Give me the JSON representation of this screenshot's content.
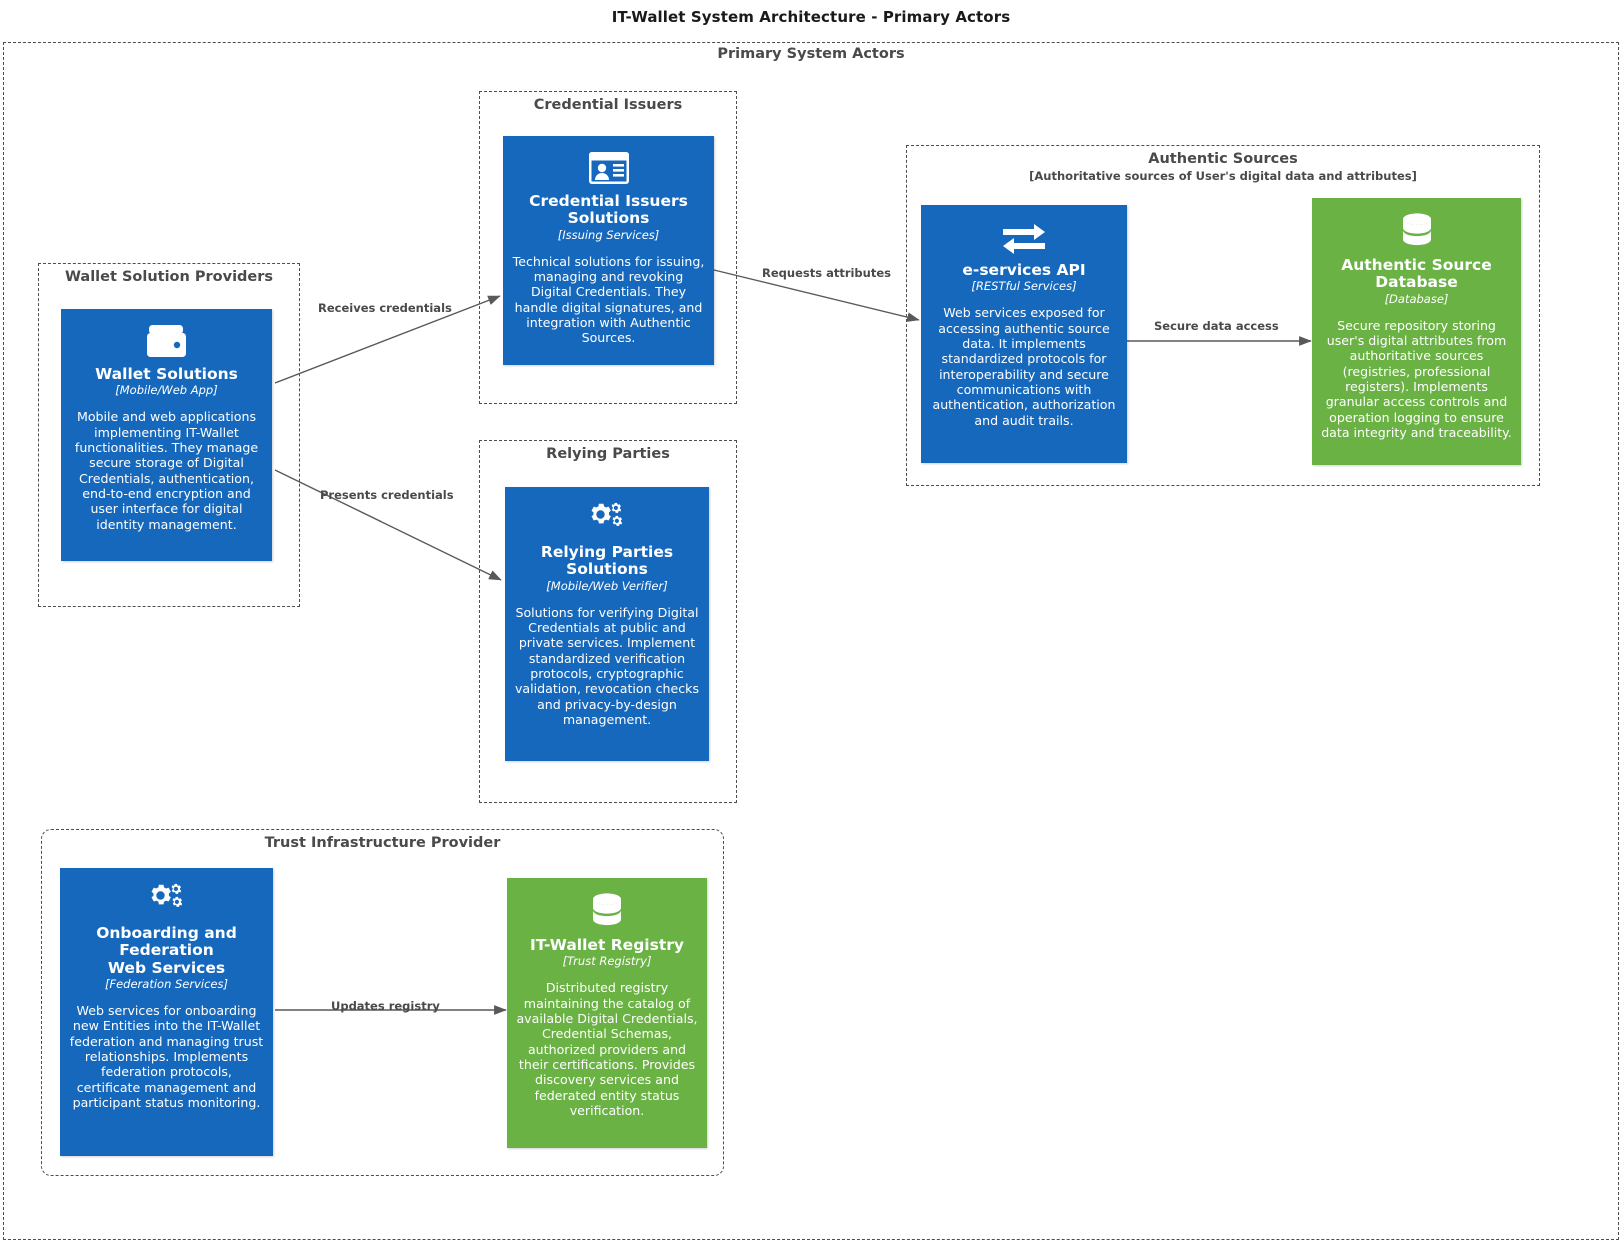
{
  "diagram": {
    "title": "IT-Wallet System Architecture - Primary Actors",
    "type": "architecture-diagram",
    "colors": {
      "blue": "#1668bd",
      "green": "#6ab244",
      "group_border": "#4d4d4d",
      "group_text": "#4a4a4a",
      "edge": "#595959"
    }
  },
  "outer_group": {
    "title": "Primary System Actors"
  },
  "groups": {
    "wallet_providers": {
      "title": "Wallet Solution Providers"
    },
    "credential_issuers": {
      "title": "Credential Issuers"
    },
    "relying_parties": {
      "title": "Relying Parties"
    },
    "authentic_sources": {
      "title": "Authentic Sources",
      "subtitle": "[Authoritative sources of User's digital data and attributes]"
    },
    "trust_infrastructure": {
      "title": "Trust Infrastructure Provider"
    }
  },
  "nodes": {
    "wallet_solutions": {
      "icon": "wallet-icon",
      "title": "Wallet Solutions",
      "stereotype": "[Mobile/Web App]",
      "description": "Mobile and web applications implementing IT-Wallet functionalities. They manage secure storage of Digital Credentials, authentication, end-to-end encryption and user interface for digital identity management.",
      "color": "#1668bd"
    },
    "credential_issuers_solutions": {
      "icon": "id-card-icon",
      "title": "Credential Issuers Solutions",
      "stereotype": "[Issuing Services]",
      "description": "Technical solutions for issuing, managing and revoking Digital Credentials. They handle digital signatures, and integration with Authentic Sources.",
      "color": "#1668bd"
    },
    "relying_parties_solutions": {
      "icon": "gears-icon",
      "title": "Relying Parties Solutions",
      "stereotype": "[Mobile/Web Verifier]",
      "description": "Solutions for verifying Digital Credentials at public and private services. Implement standardized verification protocols, cryptographic validation, revocation checks and privacy-by-design management.",
      "color": "#1668bd"
    },
    "eservices_api": {
      "icon": "exchange-arrows-icon",
      "title": "e-services API",
      "stereotype": "[RESTful Services]",
      "description": "Web services exposed for accessing authentic source data. It implements standardized protocols for interoperability and secure communications with authentication, authorization and audit trails.",
      "color": "#1668bd"
    },
    "authentic_source_database": {
      "icon": "database-icon",
      "title": "Authentic Source Database",
      "stereotype": "[Database]",
      "description": "Secure repository storing user's digital attributes from authoritative sources (registries, professional registers). Implements granular access controls and operation logging to ensure data integrity and traceability.",
      "color": "#6ab244"
    },
    "onboarding_federation": {
      "icon": "gears-icon",
      "title": "Onboarding and Federation\nWeb Services",
      "title_line1": "Onboarding and Federation",
      "title_line2": "Web Services",
      "stereotype": "[Federation Services]",
      "description": "Web services for onboarding new Entities into the IT-Wallet federation and managing trust relationships. Implements federation protocols, certificate management and participant status monitoring.",
      "color": "#1668bd"
    },
    "itwallet_registry": {
      "icon": "database-icon",
      "title": "IT-Wallet Registry",
      "stereotype": "[Trust Registry]",
      "description": "Distributed registry maintaining the catalog of available Digital Credentials, Credential Schemas, authorized providers and their certifications. Provides discovery services and federated entity status verification.",
      "color": "#6ab244"
    }
  },
  "edges": [
    {
      "id": "e1",
      "label": "Receives credentials",
      "from": "wallet_solutions",
      "to": "credential_issuers_solutions"
    },
    {
      "id": "e2",
      "label": "Presents credentials",
      "from": "wallet_solutions",
      "to": "relying_parties_solutions"
    },
    {
      "id": "e3",
      "label": "Requests attributes",
      "from": "credential_issuers_solutions",
      "to": "eservices_api"
    },
    {
      "id": "e4",
      "label": "Secure data access",
      "from": "eservices_api",
      "to": "authentic_source_database"
    },
    {
      "id": "e5",
      "label": "Updates registry",
      "from": "onboarding_federation",
      "to": "itwallet_registry"
    }
  ]
}
